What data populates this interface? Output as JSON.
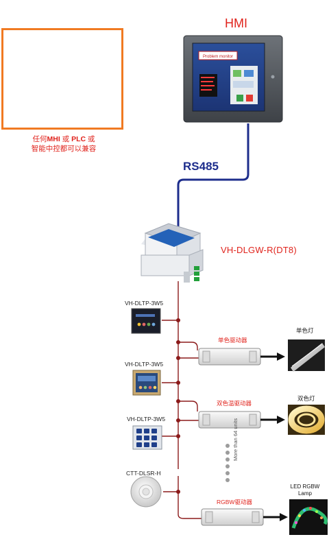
{
  "top": {
    "hmi_title": "HMI",
    "hmi_caption_line1_pre": "任何",
    "hmi_caption_line1_b1": "MHI",
    "hmi_caption_line1_mid": " 或 ",
    "hmi_caption_line1_b2": "PLC",
    "hmi_caption_line1_post": " 或",
    "hmi_caption_line2": "智能中控都可以兼容",
    "hmi_screen_text": "Problem monitor",
    "rs485": "RS485"
  },
  "gateway": {
    "label": "VH-DLGW-R(DT8)"
  },
  "panels": [
    {
      "label": "VH-DLTP-3W5"
    },
    {
      "label": "VH-DLTP-3W5"
    },
    {
      "label": "VH-DLTP-3W5"
    },
    {
      "label": "CTT-DLSR-H"
    }
  ],
  "drivers": [
    {
      "label": "单色驱动器"
    },
    {
      "label": "双色温驱动器"
    },
    {
      "label": "RGBW驱动器"
    }
  ],
  "lamps": [
    {
      "label": "单色灯"
    },
    {
      "label": "双色灯"
    },
    {
      "label": "LED  RGBW\nLamp"
    }
  ],
  "more_units": "More than 64 units",
  "colors": {
    "accent_red": "#e0231c",
    "bus_blue": "#1d2d8c",
    "bus_red": "#8b1a1a",
    "frame_orange": "#f07a22"
  }
}
